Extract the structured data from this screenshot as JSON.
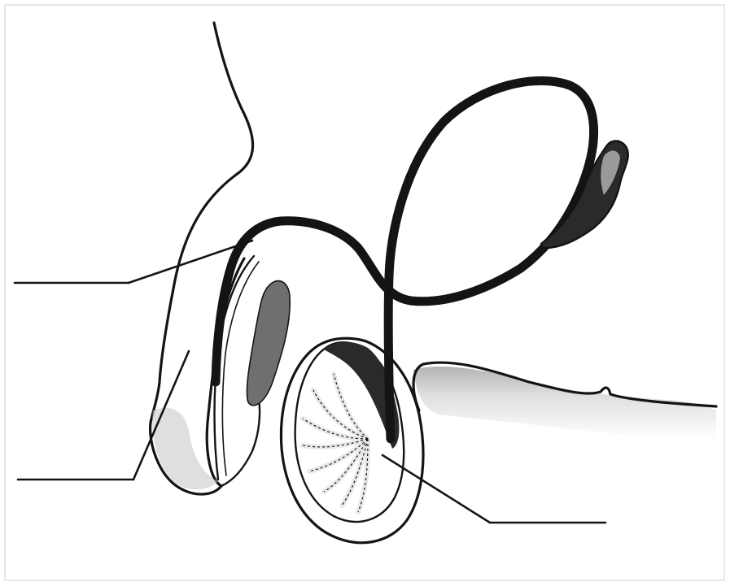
{
  "diagram": {
    "labels": [
      {
        "id": "label-upper-left",
        "text": ""
      },
      {
        "id": "label-lower-left",
        "text": ""
      },
      {
        "id": "label-lower-right",
        "text": ""
      }
    ]
  },
  "colors": {
    "ink": "#141414",
    "background": "#ffffff",
    "shading_dark": "#2a2a2a",
    "shading_mid": "#6f6f6f",
    "shading_light": "#c9c9c9"
  }
}
